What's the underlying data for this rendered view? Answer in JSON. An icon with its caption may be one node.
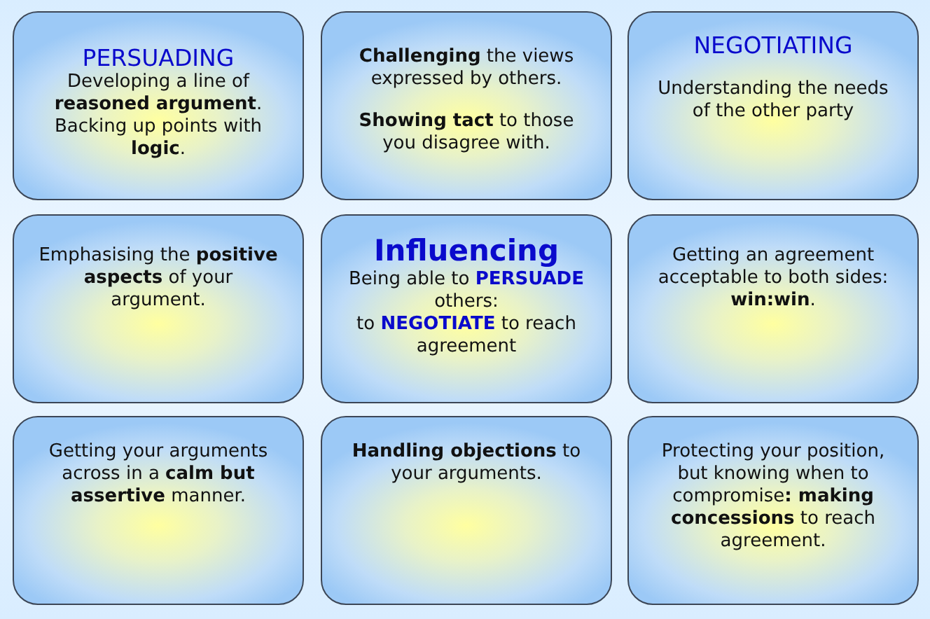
{
  "diagram": {
    "nodes": [
      {
        "text": [
          "PERSUADING",
          "Developing a line of **reasoned argument**. Backing up points with **logic**."
        ]
      },
      {
        "text": [
          "**Challenging** the views expressed by others.",
          "**Showing tact** to those you disagree with."
        ]
      },
      {
        "text": [
          "NEGOTIATING",
          "Understanding the needs of the other party"
        ]
      },
      {
        "text": [
          "Emphasising the **positive aspects** of your argument."
        ]
      },
      {
        "text": [
          "Influencing",
          "Being able to **PERSUADE** others:",
          "to **NEGOTIATE** to reach agreement"
        ]
      },
      {
        "text": [
          "Getting an agreement acceptable to both sides: **win:win**."
        ]
      },
      {
        "text": [
          "Getting your arguments across in a **calm but assertive** manner."
        ]
      },
      {
        "text": [
          "**Handling objections** to your arguments."
        ]
      },
      {
        "text": [
          "Protecting your position, but knowing when to compromise**: making concessions** to reach agreement."
        ]
      }
    ]
  }
}
